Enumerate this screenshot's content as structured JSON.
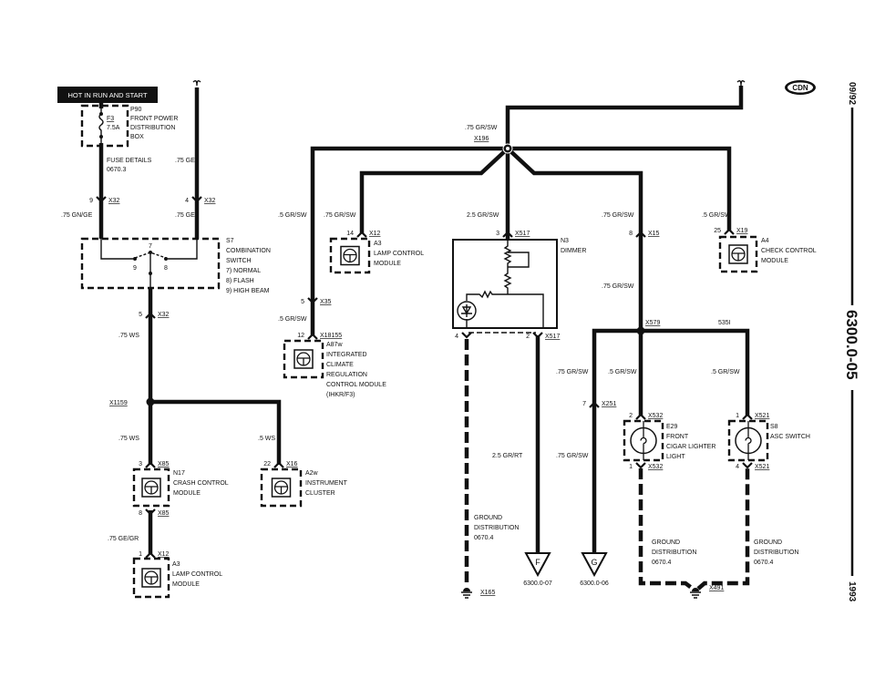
{
  "header": {
    "hot_label": "HOT IN RUN AND START",
    "badge": "CDN",
    "date": "09/92",
    "page_id": "6300.0-05",
    "year": "1993"
  },
  "fuse_box": {
    "id": "P90",
    "lines": [
      "FRONT POWER",
      "DISTRIBUTION",
      "BOX"
    ],
    "fuse": "F3",
    "rating": "7.5A",
    "details": [
      "FUSE DETAILS",
      "0670.3"
    ]
  },
  "switch_s7": {
    "id": "S7",
    "lines": [
      "COMBINATION",
      "SWITCH",
      "7)  NORMAL",
      "8)  FLASH",
      "9)  HIGH BEAM"
    ],
    "pins": [
      "7",
      "9",
      "8"
    ]
  },
  "modules": [
    {
      "id": "A3",
      "lines": [
        "LAMP CONTROL",
        "MODULE"
      ]
    },
    {
      "id": "A87w",
      "lines": [
        "INTEGRATED",
        "CLIMATE",
        "REGULATION",
        "CONTROL MODULE",
        "(IHKR/F3)"
      ]
    },
    {
      "id": "N17",
      "lines": [
        "CRASH CONTROL",
        "MODULE"
      ]
    },
    {
      "id": "A2w",
      "lines": [
        "INSTRUMENT",
        "CLUSTER"
      ]
    },
    {
      "id": "A3",
      "lines": [
        "LAMP CONTROL",
        "MODULE"
      ]
    },
    {
      "id": "A4",
      "lines": [
        "CHECK CONTROL",
        "MODULE"
      ]
    },
    {
      "id": "N3",
      "lines": [
        "DIMMER"
      ]
    },
    {
      "id": "E29",
      "lines": [
        "FRONT",
        "CIGAR LIGHTER",
        "LIGHT"
      ]
    },
    {
      "id": "S8",
      "lines": [
        "ASC SWITCH"
      ]
    }
  ],
  "connectors": [
    {
      "pin": "9",
      "id": "X32"
    },
    {
      "pin": "4",
      "id": "X32"
    },
    {
      "pin": "5",
      "id": "X32"
    },
    {
      "pin": "3",
      "id": "X85"
    },
    {
      "pin": "8",
      "id": "X85"
    },
    {
      "pin": "1",
      "id": "X12"
    },
    {
      "pin": "22",
      "id": "X16"
    },
    {
      "pin": "14",
      "id": "X12"
    },
    {
      "pin": "5",
      "id": "X35"
    },
    {
      "pin": "12",
      "id": "X18155"
    },
    {
      "pin": "3",
      "id": "X517"
    },
    {
      "pin": "4",
      "id": ""
    },
    {
      "pin": "2",
      "id": "X517"
    },
    {
      "pin": "8",
      "id": "X15"
    },
    {
      "pin": "7",
      "id": "X251"
    },
    {
      "pin": "2",
      "id": "X532"
    },
    {
      "pin": "1",
      "id": "X532"
    },
    {
      "pin": "1",
      "id": "X521"
    },
    {
      "pin": "4",
      "id": "X521"
    },
    {
      "pin": "25",
      "id": "X19"
    }
  ],
  "splices": [
    "X1159",
    "X196",
    "X579"
  ],
  "wire_labels": [
    ".75 GN/GE",
    ".75 GE",
    ".75 GE",
    ".75 WS",
    ".75 WS",
    ".5 WS",
    ".75 GE/GR",
    ".75 GR/SW",
    ".5 GR/SW",
    ".75 GR/SW",
    ".5 GR/SW",
    "2.5 GR/SW",
    ".75 GR/SW",
    ".75 GR/SW",
    ".5 GR/SW",
    "535I",
    ".75 GR/SW",
    ".5 GR/SW",
    ".5 GR/SW",
    "2.5 GR/RT",
    ".75 GR/SW"
  ],
  "grounds": {
    "dist": [
      "GROUND",
      "DISTRIBUTION",
      "0670.4"
    ],
    "ids": [
      "X165",
      "X491"
    ]
  },
  "offpage": [
    {
      "letter": "F",
      "ref": "6300.0-07"
    },
    {
      "letter": "G",
      "ref": "6300.0-06"
    }
  ]
}
